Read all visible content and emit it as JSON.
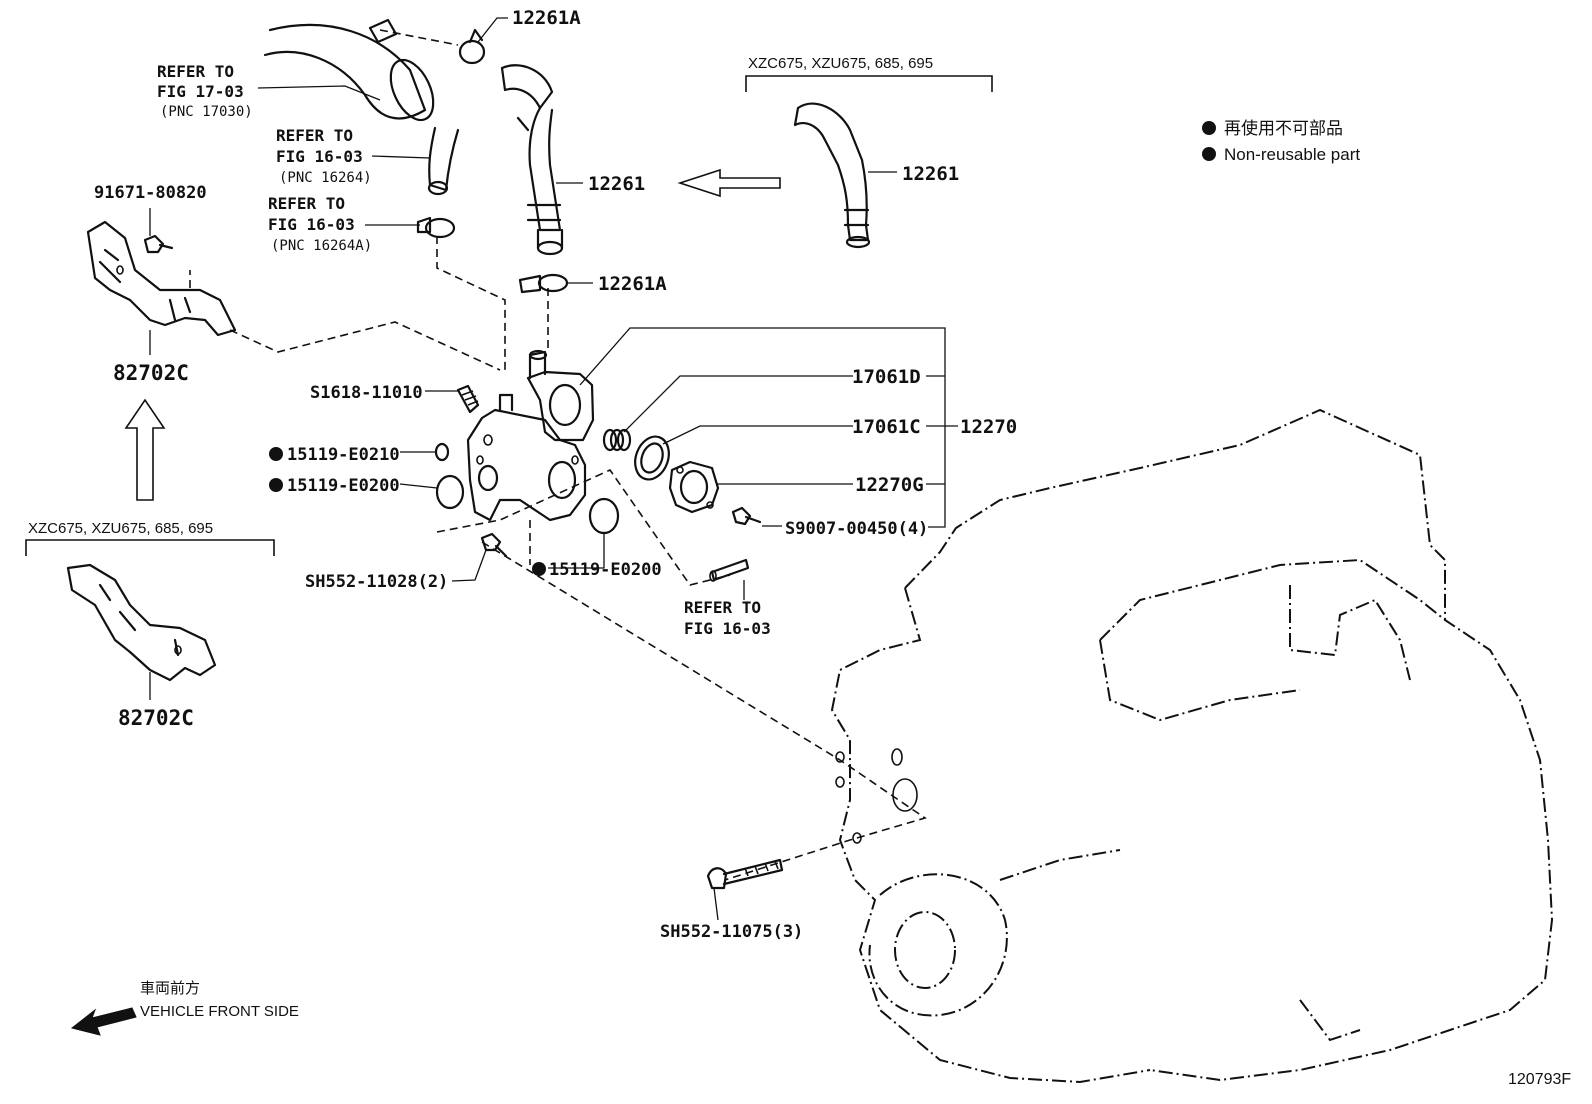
{
  "legend": {
    "non_reusable_ja": "再使用不可部品",
    "non_reusable_en": "Non-reusable part"
  },
  "direction": {
    "ja": "車両前方",
    "en": "VEHICLE FRONT SIDE"
  },
  "figure_id": "120793F",
  "model_notes": {
    "top_right": "XZC675, XZU675, 685, 695",
    "left": "XZC675, XZU675, 685, 695"
  },
  "refer": {
    "r1": [
      "REFER TO",
      "FIG 17-03",
      "(PNC 17030)"
    ],
    "r2": [
      "REFER TO",
      "FIG 16-03",
      "(PNC 16264)"
    ],
    "r3": [
      "REFER TO",
      "FIG 16-03",
      "(PNC 16264A)"
    ],
    "r4": [
      "REFER TO",
      "FIG 16-03"
    ]
  },
  "parts": {
    "p12261A_top": "12261A",
    "p12261_center": "12261",
    "p12261_right": "12261",
    "p12261A_mid": "12261A",
    "p91671": "91671-80820",
    "p82702C_upper": "82702C",
    "p82702C_lower": "82702C",
    "p17061D": "17061D",
    "p17061C": "17061C",
    "p12270": "12270",
    "p12270G": "12270G",
    "p51618": "S1618-11010",
    "p15119_E0210": "15119-E0210",
    "p15119_E0200_a": "15119-E0200",
    "p15119_E0200_b": "15119-E0200",
    "pS9007": "S9007-00450(4)",
    "pSH552_11028": "SH552-11028(2)",
    "pSH552_11075": "SH552-11075(3)"
  }
}
